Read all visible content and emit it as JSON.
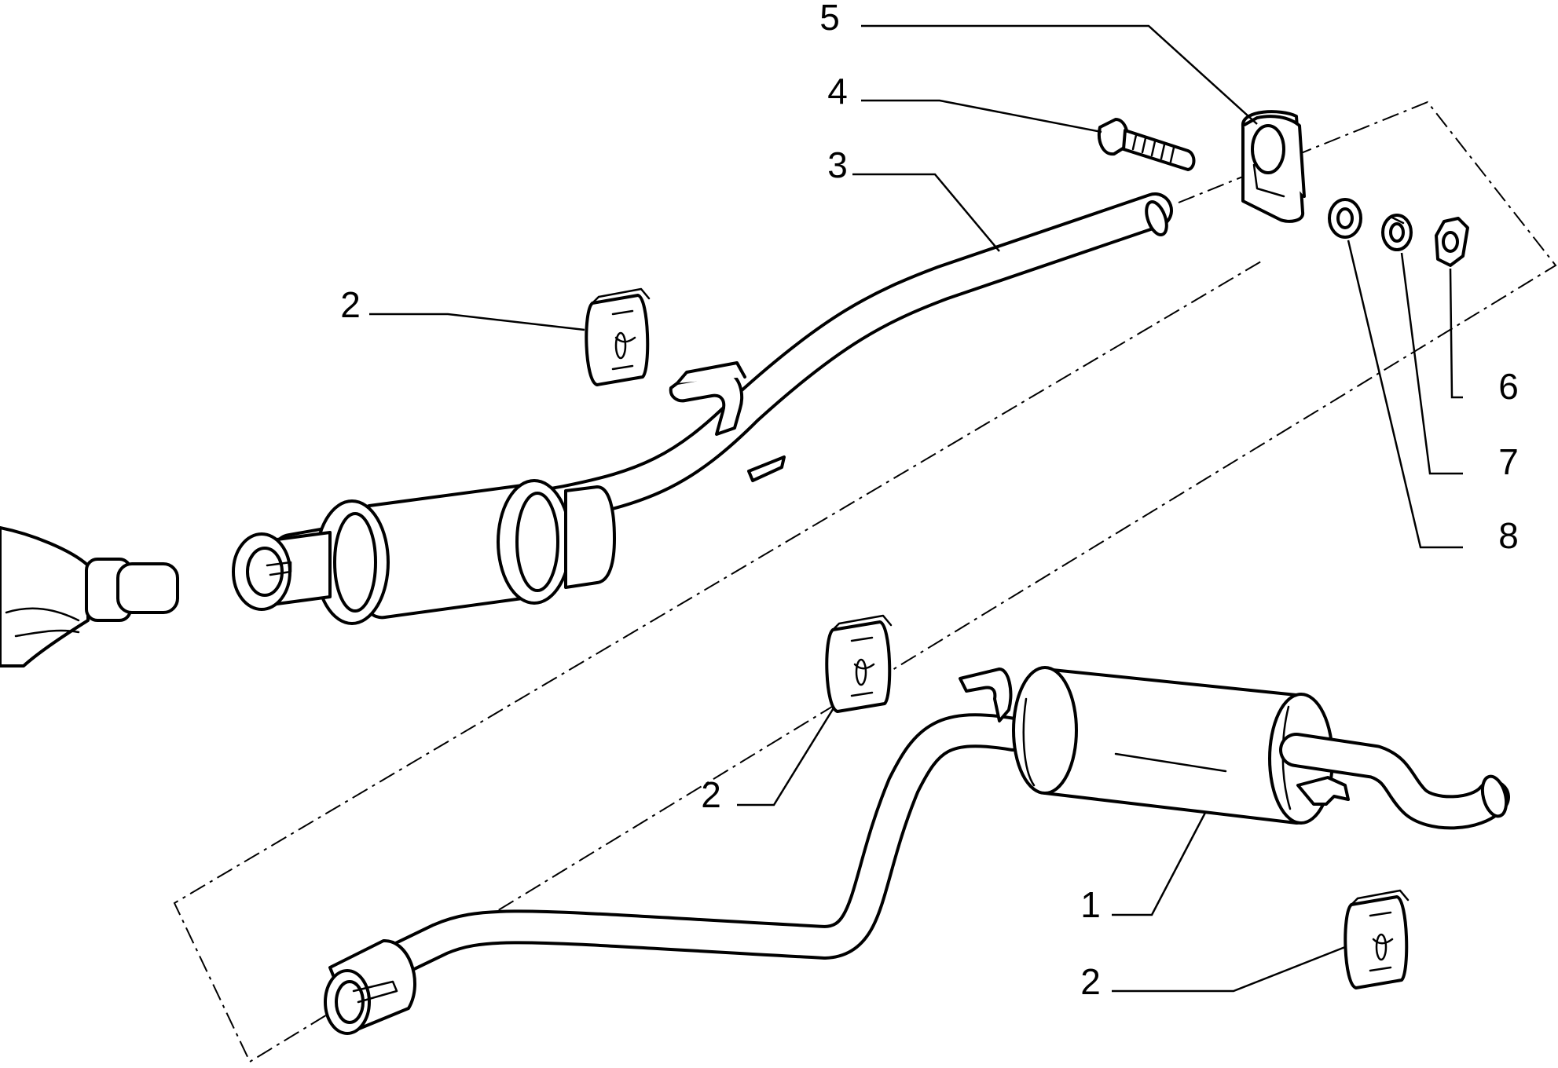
{
  "diagram": {
    "callouts": {
      "c1": "1",
      "c2_top": "2",
      "c2_mid": "2",
      "c2_bottom": "2",
      "c3": "3",
      "c4": "4",
      "c5": "5",
      "c6": "6",
      "c7": "7",
      "c8": "8"
    },
    "parts": [
      {
        "ref": "1",
        "name": "rear-silencer"
      },
      {
        "ref": "2",
        "name": "rubber-mount"
      },
      {
        "ref": "3",
        "name": "front-pipe-with-flexible-joint"
      },
      {
        "ref": "4",
        "name": "bolt"
      },
      {
        "ref": "5",
        "name": "clamp"
      },
      {
        "ref": "6",
        "name": "nut"
      },
      {
        "ref": "7",
        "name": "spring-washer"
      },
      {
        "ref": "8",
        "name": "washer"
      }
    ],
    "colors": {
      "line": "#000000",
      "background": "#ffffff"
    }
  }
}
